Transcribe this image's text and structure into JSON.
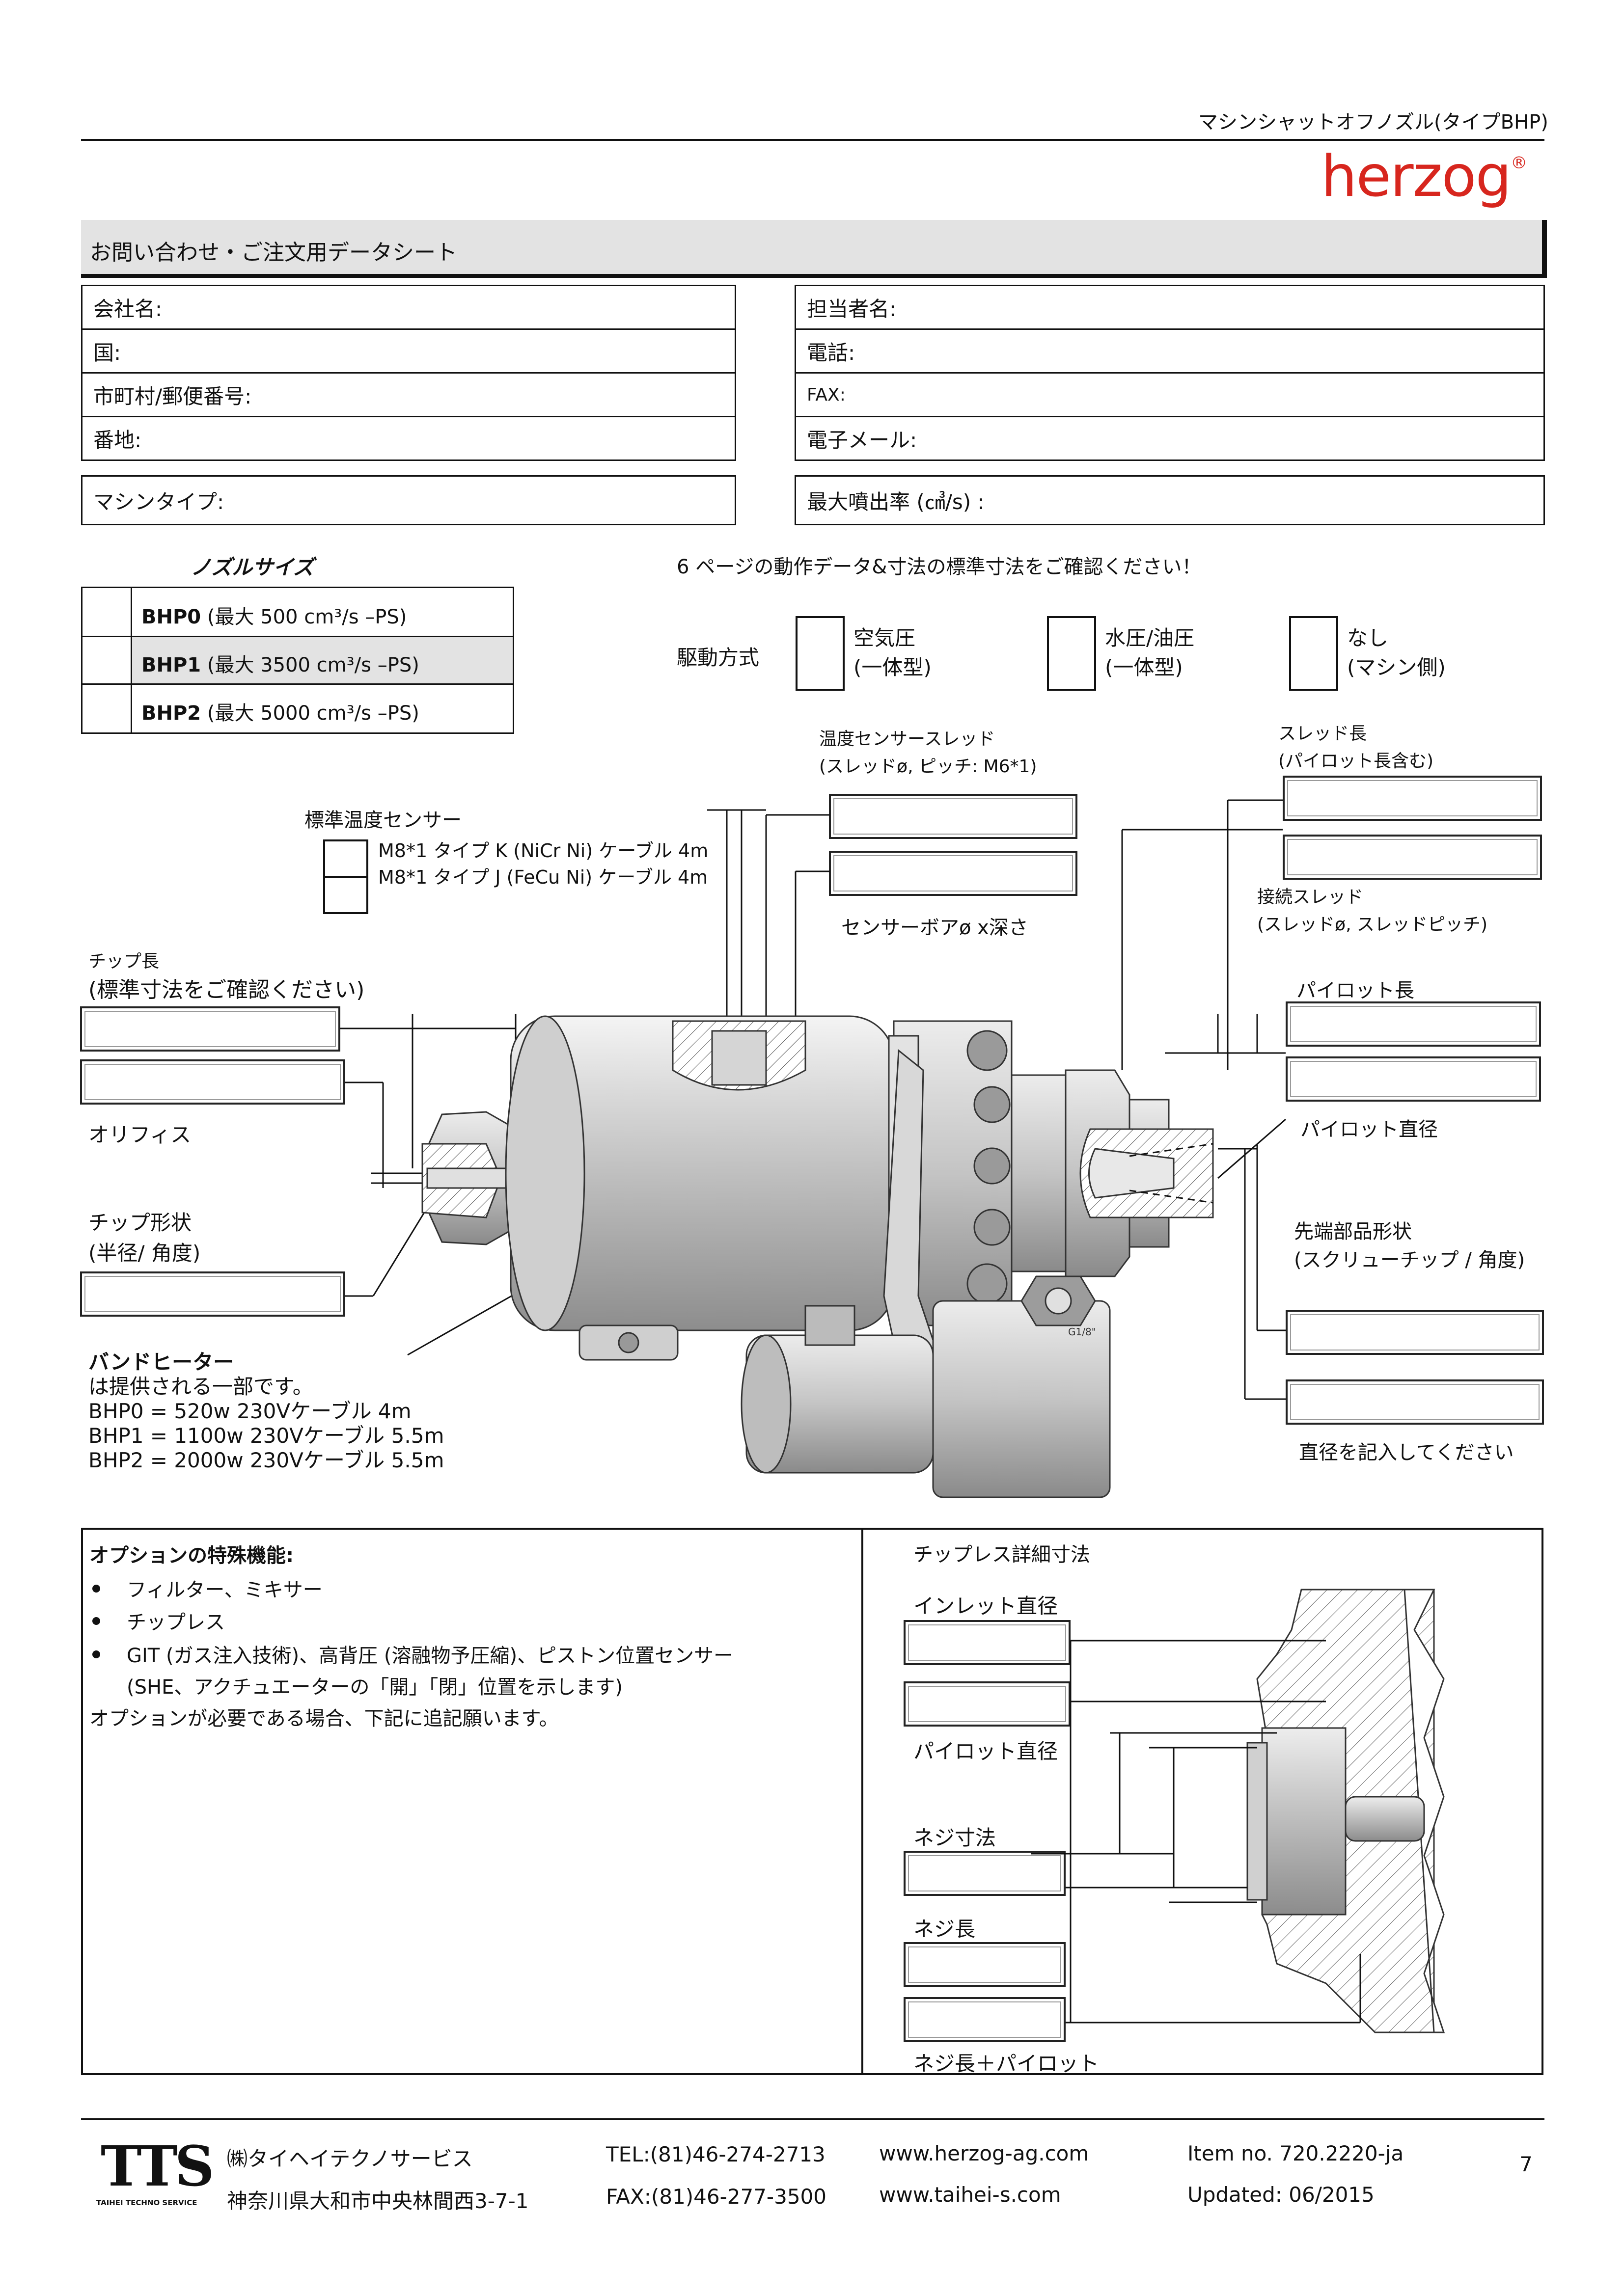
{
  "header": {
    "doc_title": "マシンシャットオフノズル(タイプBHP)",
    "brand": "herzog",
    "brand_mark": "®",
    "brand_color": "#d7261e"
  },
  "section_title": "お問い合わせ・ご注文用データシート",
  "contact_left": [
    "会社名:",
    "国:",
    "市町村/郵便番号:",
    "番地:"
  ],
  "contact_right": [
    "担当者名:",
    "電話:",
    "FAX:",
    "電子メール:"
  ],
  "machine_type_label": "マシンタイプ:",
  "max_output_label": "最大噴出率 (㎤/s) :",
  "nozzle_size": {
    "heading": "ノズルサイズ",
    "rows": [
      {
        "code": "BHP0",
        "desc": " (最大 500 cm³/s –PS)"
      },
      {
        "code": "BHP1",
        "desc": " (最大 3500 cm³/s –PS)"
      },
      {
        "code": "BHP2",
        "desc": " (最大 5000 cm³/s –PS)"
      }
    ]
  },
  "note_page6": "6 ページの動作データ&寸法の標準寸法をご確認ください！",
  "drive": {
    "label": "駆動方式",
    "options": [
      {
        "line1": "空気圧",
        "line2": "(一体型)"
      },
      {
        "line1": "水圧/油圧",
        "line2": "(一体型)"
      },
      {
        "line1": "なし",
        "line2": "(マシン側)"
      }
    ]
  },
  "diagram": {
    "temp_sensor_thread_line1": "温度センサースレッド",
    "temp_sensor_thread_line2": "(スレッドø, ピッチ: M6*1)",
    "sensor_bore": "センサーボアø x深さ",
    "thread_length_line1": "スレッド長",
    "thread_length_line2": "(パイロット長含む)",
    "connection_thread_line1": "接続スレッド",
    "connection_thread_line2": "(スレッドø, スレッドピッチ)",
    "std_temp_sensor": "標準温度センサー",
    "sensor_opt1": "M8*1 タイプ K (NiCr Ni) ケーブル 4m",
    "sensor_opt2": "M8*1 タイプ J (FeCu Ni) ケーブル 4m",
    "tip_length_line1": "チップ長",
    "tip_length_line2": "(標準寸法をご確認ください)",
    "orifice": "オリフィス",
    "tip_shape_line1": "チップ形状",
    "tip_shape_line2": "(半径/ 角度)",
    "band_heater_title": "バンドヒーター",
    "band_heater_lines": [
      "は提供される一部です。",
      "BHP0 = 520w 230Vケーブル 4m",
      "BHP1 = 1100w 230Vケーブル 5.5m",
      "BHP2 = 2000w 230Vケーブル 5.5m"
    ],
    "pilot_length": "パイロット長",
    "pilot_diameter": "パイロット直径",
    "tip_part_shape_line1": "先端部品形状",
    "tip_part_shape_line2": "(スクリューチップ / 角度)",
    "enter_diameter": "直径を記入してください",
    "fitting_label": "G1/8\""
  },
  "options": {
    "title": "オプションの特殊機能:",
    "items": [
      "フィルター、ミキサー",
      "チップレス",
      "GIT (ガス注入技術)、高背圧 (溶融物予圧縮)、ピストン位置センサー"
    ],
    "item3_cont": "(SHE、アクチュエーターの「開」「閉」位置を示します)",
    "footer": "オプションが必要である場合、下記に追記願います。"
  },
  "tipless": {
    "title": "チップレス詳細寸法",
    "inlet_diameter": "インレット直径",
    "pilot_diameter": "パイロット直径",
    "thread_size": "ネジ寸法",
    "thread_length": "ネジ長",
    "thread_length_pilot": "ネジ長＋パイロット"
  },
  "footer": {
    "logo_text": "TTS",
    "logo_sub": "TAIHEI TECHNO SERVICE",
    "company": "㈱タイヘイテクノサービス",
    "address": "神奈川県大和市中央林間西3-7-1",
    "tel": "TEL:(81)46-274-2713",
    "fax": "FAX:(81)46-277-3500",
    "web1": "www.herzog-ag.com",
    "web2": "www.taihei-s.com",
    "item_no": "Item no. 720.2220-ja",
    "updated": "Updated: 06/2015",
    "page": "7"
  }
}
